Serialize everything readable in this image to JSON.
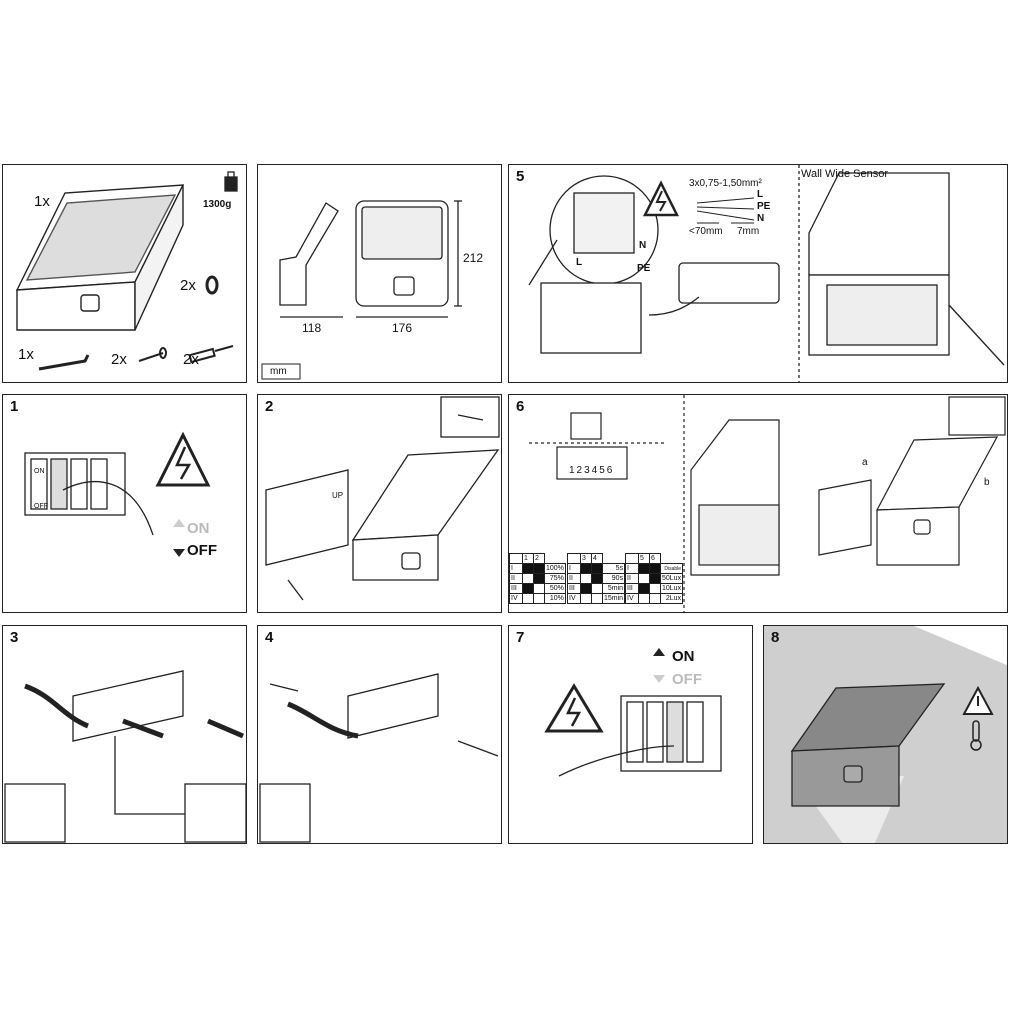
{
  "box_contents": {
    "lamp_qty": "1x",
    "weight": "1300g",
    "ring_qty": "2x",
    "key_qty": "1x",
    "screw_qty": "2x",
    "dowel_qty": "2x"
  },
  "dimensions": {
    "width": "118",
    "depth": "176",
    "height": "212",
    "unit": "mm"
  },
  "wiring": {
    "step": "5",
    "cable_spec": "3x0,75-1,50mm²",
    "l": "L",
    "pe": "PE",
    "n": "N",
    "strip_length": "<70mm",
    "wire_strip": "7mm",
    "term_l": "L",
    "term_n": "N",
    "term_pe": "PE",
    "variant_label": "Wall Wide Sensor"
  },
  "step1": {
    "step": "1",
    "on": "ON",
    "off": "OFF",
    "switch_on": "ON",
    "switch_off": "OFF"
  },
  "step2": {
    "step": "2",
    "up": "UP"
  },
  "step6": {
    "step": "6",
    "dip_numbers": "123456",
    "label_a": "a",
    "label_b": "b",
    "table_sensitivity": {
      "header": [
        "1",
        "2"
      ],
      "rows": [
        {
          "roman": "I",
          "value": "100%"
        },
        {
          "roman": "II",
          "value": "75%"
        },
        {
          "roman": "III",
          "value": "50%"
        },
        {
          "roman": "IV",
          "value": "10%"
        }
      ]
    },
    "table_time": {
      "header": [
        "3",
        "4"
      ],
      "rows": [
        {
          "roman": "I",
          "value": "5s"
        },
        {
          "roman": "II",
          "value": "90s"
        },
        {
          "roman": "III",
          "value": "5min"
        },
        {
          "roman": "IV",
          "value": "15min"
        }
      ]
    },
    "table_light": {
      "header": [
        "5",
        "6"
      ],
      "rows": [
        {
          "roman": "I",
          "value": "Disable"
        },
        {
          "roman": "II",
          "value": "50Lux"
        },
        {
          "roman": "III",
          "value": "10Lux"
        },
        {
          "roman": "IV",
          "value": "2Lux"
        }
      ]
    }
  },
  "step3": {
    "step": "3"
  },
  "step4": {
    "step": "4"
  },
  "step7": {
    "step": "7",
    "on": "ON",
    "off": "OFF"
  },
  "step8": {
    "step": "8"
  }
}
